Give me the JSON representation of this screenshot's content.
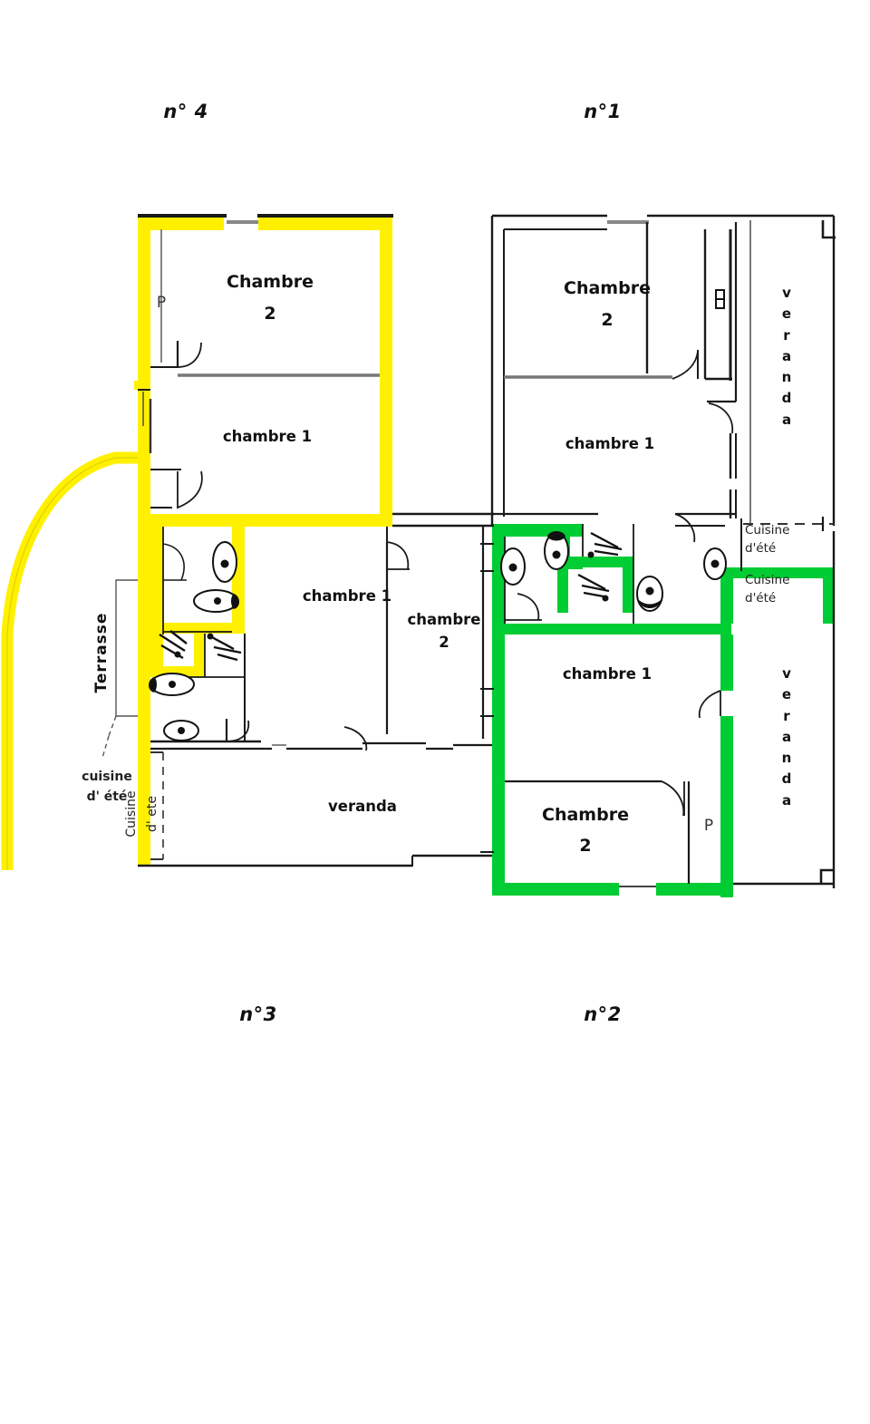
{
  "document": {
    "type": "floor-plan",
    "description": "Plan d'etage de quatre appartements numerotes, avec appartement n°4 surligne en jaune et appartement n°2 surligne en vert",
    "colors": {
      "highlight_yellow": "#FFF000",
      "highlight_green": "#00CC33",
      "wall": "#1a1a1a",
      "thin_wall": "#555555",
      "background": "#FFFFFF"
    }
  },
  "corner_labels": {
    "top_left": "n° 4",
    "top_right": "n°1",
    "bottom_left": "n°3",
    "bottom_right": "n°2"
  },
  "apartments": [
    {
      "id": "n4",
      "number": "n° 4",
      "highlight": "#FFF000",
      "rooms": [
        {
          "name": "chambre-2",
          "label_line1": "Chambre",
          "label_line2": "2"
        },
        {
          "name": "chambre-1",
          "label_line1": "chambre 1",
          "label_line2": ""
        },
        {
          "name": "placard",
          "label_line1": "P",
          "label_line2": ""
        }
      ]
    },
    {
      "id": "n1",
      "number": "n°1",
      "highlight": "none",
      "rooms": [
        {
          "name": "chambre-2",
          "label_line1": "Chambre",
          "label_line2": "2"
        },
        {
          "name": "chambre-1",
          "label_line1": "chambre 1",
          "label_line2": ""
        },
        {
          "name": "veranda",
          "label_line1": "veranda",
          "label_line2": ""
        },
        {
          "name": "cuisine-ete",
          "label_line1": "Cuisine",
          "label_line2": "d'été"
        }
      ]
    },
    {
      "id": "n3",
      "number": "n°3",
      "highlight": "none",
      "rooms": [
        {
          "name": "chambre-1",
          "label_line1": "chambre 1",
          "label_line2": ""
        },
        {
          "name": "chambre-2",
          "label_line1": "chambre",
          "label_line2": "2"
        },
        {
          "name": "veranda",
          "label_line1": "veranda",
          "label_line2": ""
        },
        {
          "name": "cuisine-ete",
          "label_line1": "Cuisine",
          "label_line2": "d' ete"
        },
        {
          "name": "terrasse",
          "label_line1": "Terrasse",
          "label_line2": ""
        },
        {
          "name": "cuisine-ete-annotation",
          "label_line1": "cuisine",
          "label_line2": "d' été"
        }
      ]
    },
    {
      "id": "n2",
      "number": "n°2",
      "highlight": "#00CC33",
      "rooms": [
        {
          "name": "chambre-1",
          "label_line1": "chambre 1",
          "label_line2": ""
        },
        {
          "name": "chambre-2",
          "label_line1": "Chambre",
          "label_line2": "2"
        },
        {
          "name": "placard",
          "label_line1": "P",
          "label_line2": ""
        },
        {
          "name": "veranda",
          "label_line1": "veranda",
          "label_line2": ""
        },
        {
          "name": "cuisine-ete",
          "label_line1": "Cuisine",
          "label_line2": "d'été"
        }
      ]
    }
  ],
  "labels": {
    "n4_chambre2_l1": "Chambre",
    "n4_chambre2_l2": "2",
    "n4_chambre1": "chambre 1",
    "n4_placard": "P",
    "n1_chambre2_l1": "Chambre",
    "n1_chambre2_l2": "2",
    "n1_chambre1": "chambre 1",
    "n1_veranda": "veranda",
    "n1_cuisine_l1": "Cuisine",
    "n1_cuisine_l2": "d'été",
    "n3_chambre1": "chambre 1",
    "n3_chambre2_l1": "chambre",
    "n3_chambre2_l2": "2",
    "n3_veranda": "veranda",
    "n3_cuisine_vert": "Cuisine",
    "n3_cuisine_vert2": "d' ete",
    "terrasse": "Terrasse",
    "cuisine_annot_l1": "cuisine",
    "cuisine_annot_l2": "d' été",
    "n2_chambre1": "chambre 1",
    "n2_chambre2_l1": "Chambre",
    "n2_chambre2_l2": "2",
    "n2_placard": "P",
    "n2_veranda": "veranda",
    "n2_cuisine_l1": "Cuisine",
    "n2_cuisine_l2": "d'été"
  },
  "fixtures": [
    {
      "name": "toilet",
      "area": "n3-salle-bain"
    },
    {
      "name": "sink",
      "area": "n3-salle-bain"
    },
    {
      "name": "shower",
      "area": "n3-douche"
    },
    {
      "name": "shower",
      "area": "n3-douche-2"
    },
    {
      "name": "sink",
      "area": "n3-wc"
    },
    {
      "name": "toilet",
      "area": "n3-wc-2"
    },
    {
      "name": "toilet",
      "area": "n2-salle-bain"
    },
    {
      "name": "sink",
      "area": "n2-salle-bain"
    },
    {
      "name": "shower",
      "area": "n2-douche"
    },
    {
      "name": "shower",
      "area": "n2-douche-2"
    },
    {
      "name": "toilet",
      "area": "n2-wc"
    },
    {
      "name": "toilet",
      "area": "n1-wc"
    }
  ]
}
